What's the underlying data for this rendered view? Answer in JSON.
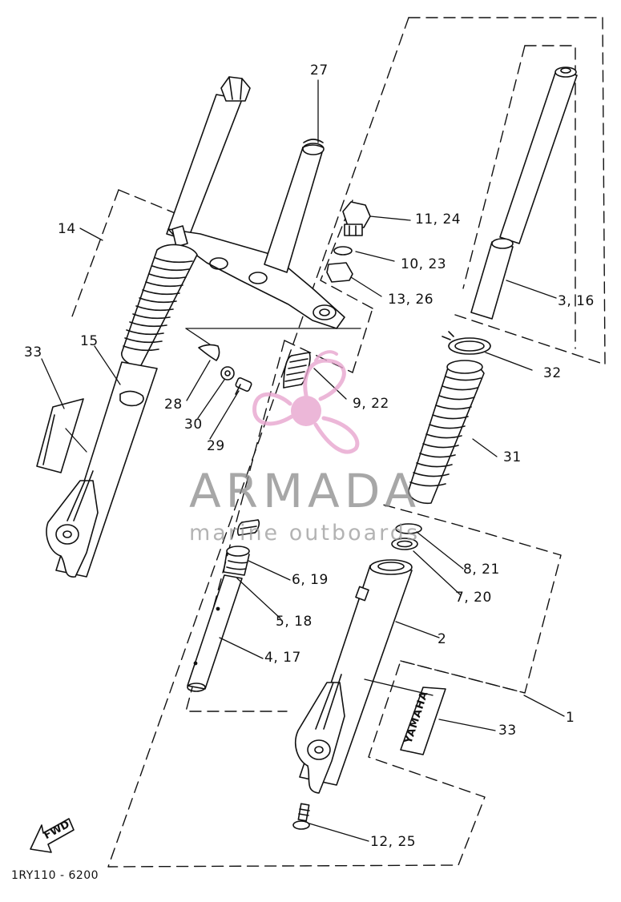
{
  "diagram": {
    "callouts": {
      "c27": "27",
      "c14": "14",
      "c15": "15",
      "c33a": "33",
      "c11_24": "11, 24",
      "c10_23": "10, 23",
      "c13_26": "13, 26",
      "c3_16": "3, 16",
      "c32": "32",
      "c9_22": "9, 22",
      "c28": "28",
      "c30": "30",
      "c29": "29",
      "c31": "31",
      "c8_21": "8, 21",
      "c6_19": "6, 19",
      "c7_20": "7, 20",
      "c5_18": "5, 18",
      "c2": "2",
      "c4_17": "4, 17",
      "c1": "1",
      "c33b": "33",
      "c12_25": "12, 25"
    },
    "fwd_label": "FWD",
    "decal_text": "YAMAHA",
    "drawing_code": "1RY110 - 6200"
  },
  "watermark": {
    "title": "ARMADA",
    "subtitle": "marine outboards",
    "logo_color": "#e8a6cf",
    "text_color": "#8a8a8a"
  }
}
